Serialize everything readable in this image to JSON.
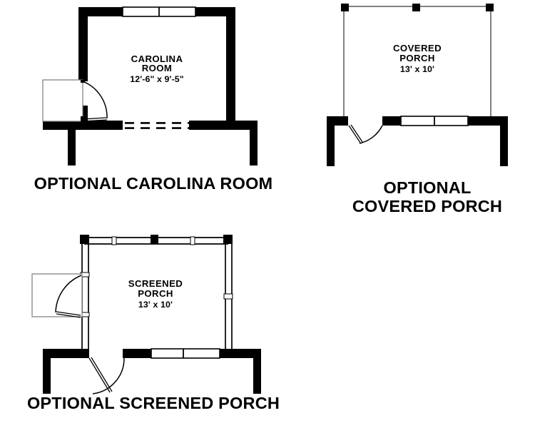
{
  "page": {
    "background_color": "#ffffff",
    "ink_color": "#000000",
    "thin_line_color": "#808080"
  },
  "plans": [
    {
      "id": "carolina",
      "caption": "OPTIONAL CAROLINA ROOM",
      "room_name_line1": "CAROLINA",
      "room_name_line2": "ROOM",
      "dimensions": "12'-6\" x 9'-5\"",
      "features": {
        "top_wall": "double-window",
        "left_wall": "exterior-door-with-swing",
        "bottom_wall": "dashed-removed-wall",
        "wall_style": "thick-solid-black"
      }
    },
    {
      "id": "covered",
      "caption_line1": "OPTIONAL",
      "caption_line2": "COVERED PORCH",
      "caption": "OPTIONAL\nCOVERED PORCH",
      "room_name_line1": "COVERED",
      "room_name_line2": "PORCH",
      "dimensions": "13' x 10'",
      "features": {
        "top_wall": "thin-line-with-posts",
        "side_walls": "thin-line",
        "bottom_wall": "door-and-double-window",
        "wall_style": "thin-open-with-corner-posts"
      }
    },
    {
      "id": "screened",
      "caption": "OPTIONAL SCREENED PORCH",
      "room_name_line1": "SCREENED",
      "room_name_line2": "PORCH",
      "dimensions": "13' x 10'",
      "features": {
        "top_wall": "screen-panels-with-posts",
        "left_wall": "screen-panels-with-door",
        "right_wall": "screen-panels-with-posts",
        "bottom_wall": "door-and-double-window",
        "wall_style": "double-line-screen"
      }
    }
  ]
}
